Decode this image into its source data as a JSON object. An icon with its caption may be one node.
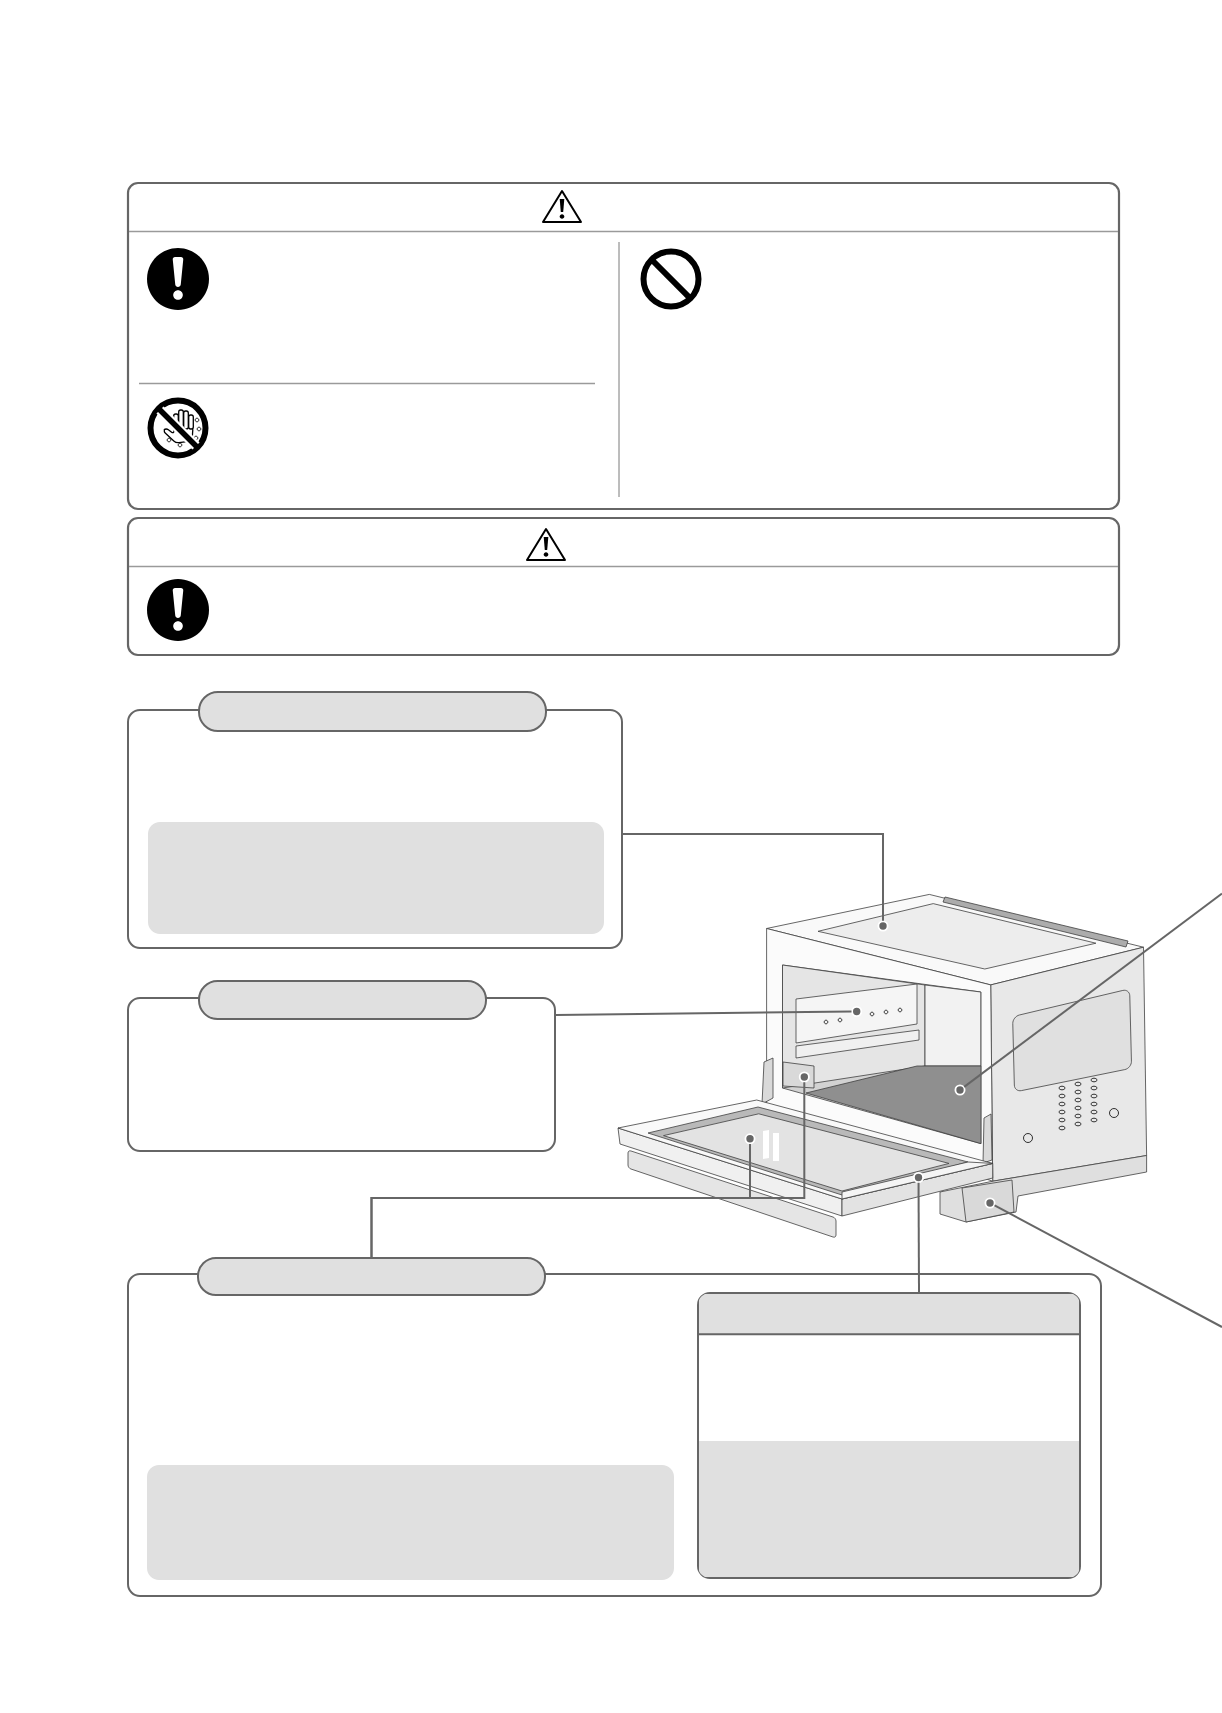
{
  "diagram": {
    "nodes": [
      {
        "text": [],
        "shape": "box"
      },
      {
        "text": [],
        "shape": "box"
      },
      {
        "text": [],
        "shape": "box"
      },
      {
        "text": [],
        "shape": "box"
      },
      {
        "text": [],
        "shape": "box",
        "in": 2
      },
      {
        "text": [],
        "shape": "box"
      },
      {
        "text": [],
        "shape": "box"
      },
      {
        "text": [],
        "shape": "picture"
      },
      {
        "text": [],
        "shape": "picture"
      },
      {
        "text": [],
        "shape": "picture"
      },
      {
        "text": [],
        "shape": "picture"
      },
      {
        "text": [],
        "shape": "picture"
      },
      {
        "text": [],
        "shape": "picture"
      },
      {
        "text": [],
        "shape": "picture"
      },
      {
        "text": [],
        "shape": "box"
      },
      {
        "text": [],
        "shape": "box"
      },
      {
        "text": [],
        "shape": "box",
        "in": 14
      },
      {
        "text": [],
        "shape": "box",
        "in": 14
      },
      {
        "text": [],
        "shape": "box",
        "in": 17
      },
      {
        "text": [],
        "shape": "box",
        "in": 17
      }
    ],
    "edges": [
      {
        "from": 2,
        "to": 7,
        "arrow": "none"
      },
      {
        "from": 5,
        "to": 8,
        "arrow": "none"
      },
      {
        "from": null,
        "to": 10,
        "arrow": "none"
      },
      {
        "from": 15,
        "to": 11,
        "arrow": "none"
      },
      {
        "from": 15,
        "to": 9,
        "arrow": "none"
      },
      {
        "from": 17,
        "to": 12,
        "arrow": "none"
      },
      {
        "from": null,
        "to": 13,
        "arrow": "none"
      }
    ]
  }
}
